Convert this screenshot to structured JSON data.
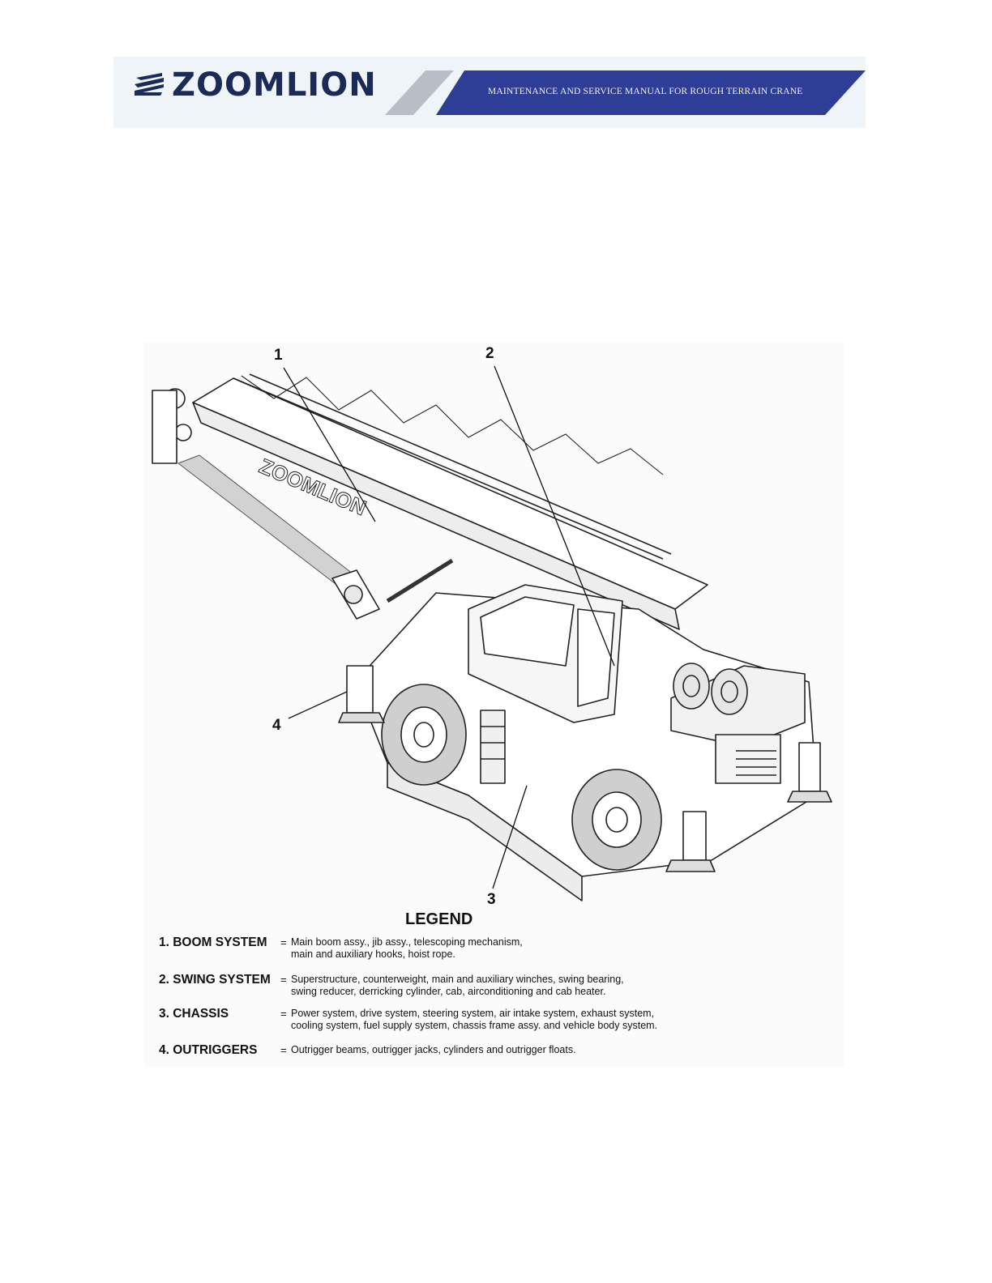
{
  "header": {
    "brand": "ZOOMLION",
    "manual_title": "MAINTENANCE AND SERVICE MANUAL FOR ROUGH TERRAIN CRANE",
    "brand_color": "#1b2a57",
    "banner_color": "#2e3d95"
  },
  "figure": {
    "boom_text": "ZOOMLION",
    "callouts": [
      "1",
      "2",
      "3",
      "4"
    ]
  },
  "legend": {
    "title": "LEGEND",
    "items": [
      {
        "term": "1. BOOM SYSTEM",
        "eq": "=",
        "line1": "Main boom assy., jib assy., telescoping mechanism,",
        "line2": "main and auxiliary hooks, hoist rope."
      },
      {
        "term": "2. SWING SYSTEM",
        "eq": "=",
        "line1": "Superstructure, counterweight, main and auxiliary winches, swing bearing,",
        "line2": "swing reducer, derricking cylinder, cab, airconditioning and cab heater."
      },
      {
        "term": "3. CHASSIS",
        "eq": "=",
        "line1": "Power system, drive system, steering system, air intake system, exhaust system,",
        "line2": "cooling system, fuel supply system, chassis frame assy. and vehicle body system."
      },
      {
        "term": "4. OUTRIGGERS",
        "eq": "=",
        "line1": "Outrigger beams, outrigger jacks, cylinders and outrigger floats.",
        "line2": ""
      }
    ]
  }
}
